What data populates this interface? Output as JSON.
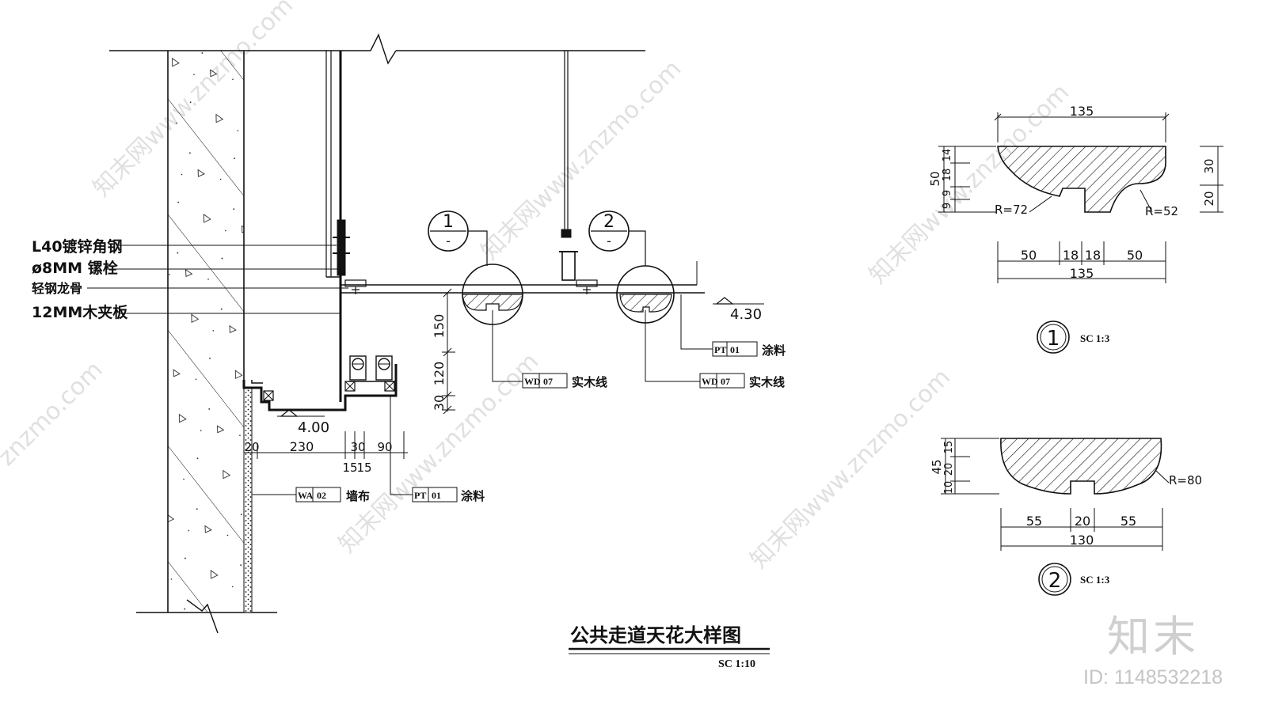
{
  "drawing_title": "公共走道天花大样图",
  "drawing_scale": "SC    1:10",
  "left_labels": {
    "angle_steel": "L40镀锌角钢",
    "bolt": "ø8MM 镙栓",
    "keel": "轻钢龙骨",
    "plywood": "12MM木夹板"
  },
  "levels": {
    "ceiling_level": "4.30",
    "soffit_level": "4.00"
  },
  "vertical_dims": {
    "d150": "150",
    "d120": "120",
    "d30": "30"
  },
  "bottom_dims": {
    "d20": "20",
    "d230": "230",
    "d30": "30",
    "d90": "90",
    "d15a": "15",
    "d15b": "15"
  },
  "tags": {
    "pt_ceiling": {
      "code": "PT",
      "num": "01",
      "text": "涂料"
    },
    "wd_1": {
      "code": "WD",
      "num": "07",
      "text": "实木线"
    },
    "wd_2": {
      "code": "WD",
      "num": "07",
      "text": "实木线"
    },
    "wa": {
      "code": "WA",
      "num": "02",
      "text": "墙布"
    },
    "pt_light": {
      "code": "PT",
      "num": "01",
      "text": "涂料"
    }
  },
  "callouts": {
    "c1_num": "1",
    "c1_sub": "-",
    "c2_num": "2",
    "c2_sub": "-"
  },
  "detail_1": {
    "top_width": "135",
    "bottom_width": "135",
    "seg_50a": "50",
    "seg_18a": "18",
    "seg_18b": "18",
    "seg_50b": "50",
    "height_total": "50",
    "h14": "14",
    "h18": "18",
    "h9a": "9",
    "h9b": "9",
    "r_30": "30",
    "r_20": "20",
    "radius_left": "R=72",
    "radius_right": "R=52",
    "label_num": "1",
    "label_scale": "SC    1:3"
  },
  "detail_2": {
    "bottom_width": "130",
    "seg_55a": "55",
    "seg_20": "20",
    "seg_55b": "55",
    "height_total": "45",
    "h15": "15",
    "h20": "20",
    "h10": "10",
    "radius": "R=80",
    "label_num": "2",
    "label_scale": "SC    1:3"
  },
  "watermark": {
    "brand": "知末",
    "id": "ID: 1148532218",
    "site": "znzmo.com",
    "site_cn": "知末网www.znzmo.com"
  }
}
